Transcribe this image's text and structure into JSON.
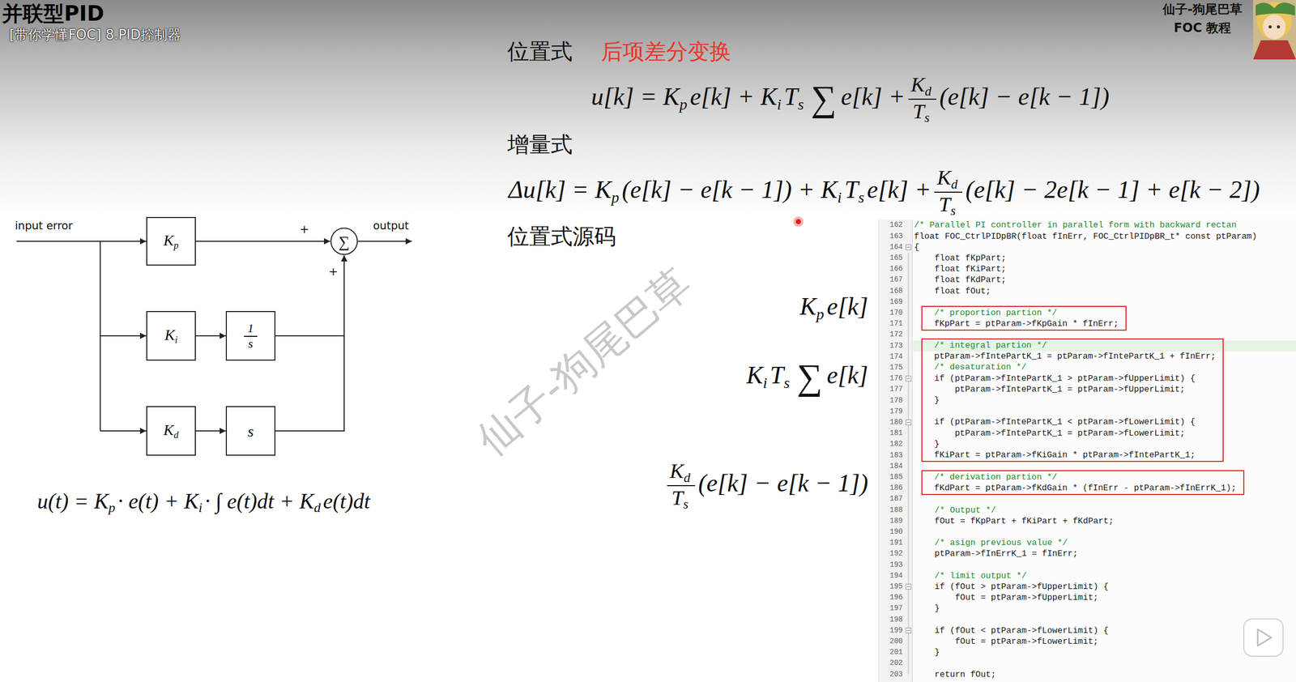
{
  "diagram": {
    "title": "并联型PID",
    "nodes": [
      {
        "text": [
          "K",
          "p"
        ]
      },
      {
        "text": [
          "K",
          "i"
        ]
      },
      {
        "text": [
          "1",
          "s"
        ]
      },
      {
        "text": [
          "K",
          "d"
        ]
      },
      {
        "text": [
          "s"
        ]
      },
      {
        "text": [
          "∑"
        ]
      },
      {
        "text": [
          "162",
          "/* Parallel PI controller in parallel form with backward rectan",
          "163",
          "float FOC_CtrlPIDpBR(float fInErr, FOC_CtrlPIDpBR_t* const ptParam)",
          "164",
          "{",
          "165",
          "float fKpPart;",
          "166",
          "float fKiPart;",
          "167",
          "float fKdPart;",
          "168",
          "float fOut;",
          "169",
          "170",
          "171",
          "172",
          "173",
          "174",
          "175",
          "176",
          "177",
          "178",
          "179",
          "180",
          "181",
          "182",
          "183",
          "184",
          "185",
          "186",
          "187",
          "188",
          "/* Output */",
          "189",
          "fOut = fKpPart + fKiPart + fKdPart;",
          "190",
          "191",
          "/* asign previous value */",
          "192",
          "ptParam->fInErrK_1 = fInErr;",
          "193",
          "194",
          "/* limit output */",
          "195",
          "if (fOut > ptParam->fUpperLimit) {",
          "196",
          "fOut = ptParam->fUpperLimit;",
          "197",
          "}",
          "198",
          "199",
          "if (fOut < ptParam->fLowerLimit) {",
          "200",
          "fOut = ptParam->fLowerLimit;",
          "201",
          "}",
          "202",
          "203",
          "return fOut;"
        ]
      },
      {
        "text": [
          "/* proportion partion */",
          "fKpPart = ptParam->fKpGain * fInErr;"
        ],
        "in": 6
      },
      {
        "text": [
          "/* integral partion */",
          "ptParam->fIntePartK_1 = ptParam->fIntePartK_1 + fInErr;",
          "/* desaturation */",
          "if (ptParam->fIntePartK_1 > ptParam->fUpperLimit) {",
          "ptParam->fIntePartK_1 = ptParam->fUpperLimit;",
          "}",
          "if (ptParam->fIntePartK_1 < ptParam->fLowerLimit) {",
          "ptParam->fIntePartK_1 = ptParam->fLowerLimit;",
          "}",
          "fKiPart = ptParam->fKiGain * ptParam->fIntePartK_1;"
        ],
        "in": 6
      },
      {
        "text": [
          "/* derivation partion */",
          "fKdPart = ptParam->fKdGain * (fInErr - ptParam->fInErrK_1);"
        ],
        "in": 6
      }
    ],
    "edges": [
      {
        "from": 0,
        "to": 5,
        "arrow": "to"
      },
      {
        "from": 1,
        "to": 2,
        "arrow": "to"
      },
      {
        "from": 2,
        "to": 5,
        "arrow": "to"
      },
      {
        "from": 3,
        "to": 4,
        "arrow": "to"
      },
      {
        "from": 4,
        "to": 5,
        "arrow": "to"
      }
    ],
    "labels": [
      "[带你学懂FOC] 8.PID控制器",
      "仙子-狗尾巴草",
      "FOC 教程",
      "仙子-狗尾巴草",
      "input error",
      "output",
      "+",
      "+",
      "u(t) = K",
      "p",
      "· e(t) + K",
      "i",
      "· ∫ e(t)dt + K",
      "d",
      "e(t)dt",
      "位置式",
      "后项差分变换",
      "u[k] = K",
      "p",
      "e[k] + K",
      "i",
      "T",
      "s",
      "∑",
      "e[k] +",
      "K",
      "d",
      "T",
      "s",
      "(e[k] − e[k − 1])",
      "增量式",
      "Δu[k] = K",
      "p",
      "(e[k] − e[k − 1]) + K",
      "i",
      "T",
      "s",
      "e[k] +",
      "K",
      "d",
      "T",
      "s",
      "(e[k] − 2e[k − 1] + e[k − 2])",
      "位置式源码",
      "K",
      "p",
      "e[k]",
      "K",
      "i",
      "T",
      "s",
      "∑",
      "e[k]",
      "K",
      "d",
      "T",
      "s",
      "(e[k] − e[k − 1])"
    ]
  }
}
